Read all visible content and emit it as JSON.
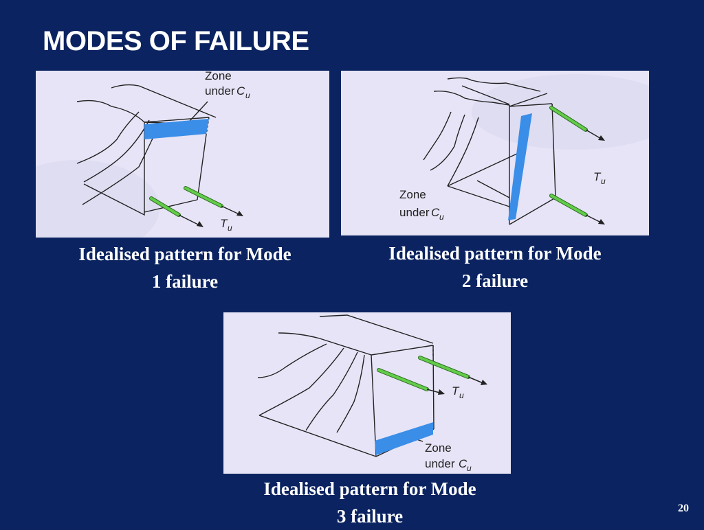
{
  "title": "MODES OF FAILURE",
  "figures": [
    {
      "caption_line1": "Idealised pattern for Mode",
      "caption_line2": "1 failure",
      "zone_label_line1": "Zone",
      "zone_label_line2": "under",
      "force_compression": "C",
      "force_tension": "T",
      "subscript": "u"
    },
    {
      "caption_line1": "Idealised pattern for Mode",
      "caption_line2": "2 failure",
      "zone_label_line1": "Zone",
      "zone_label_line2": "under",
      "force_compression": "C",
      "force_tension": "T",
      "subscript": "u"
    },
    {
      "caption_line1": "Idealised pattern for Mode",
      "caption_line2": "3 failure",
      "zone_label_line1": "Zone",
      "zone_label_line2": "under",
      "force_compression": "C",
      "force_tension": "T",
      "subscript": "u"
    }
  ],
  "page_number": "20",
  "colors": {
    "background": "#0b2360",
    "panel": "#e6e4f6",
    "compression_zone": "#3a8ee8",
    "reinforcement": "#62cc4a"
  }
}
